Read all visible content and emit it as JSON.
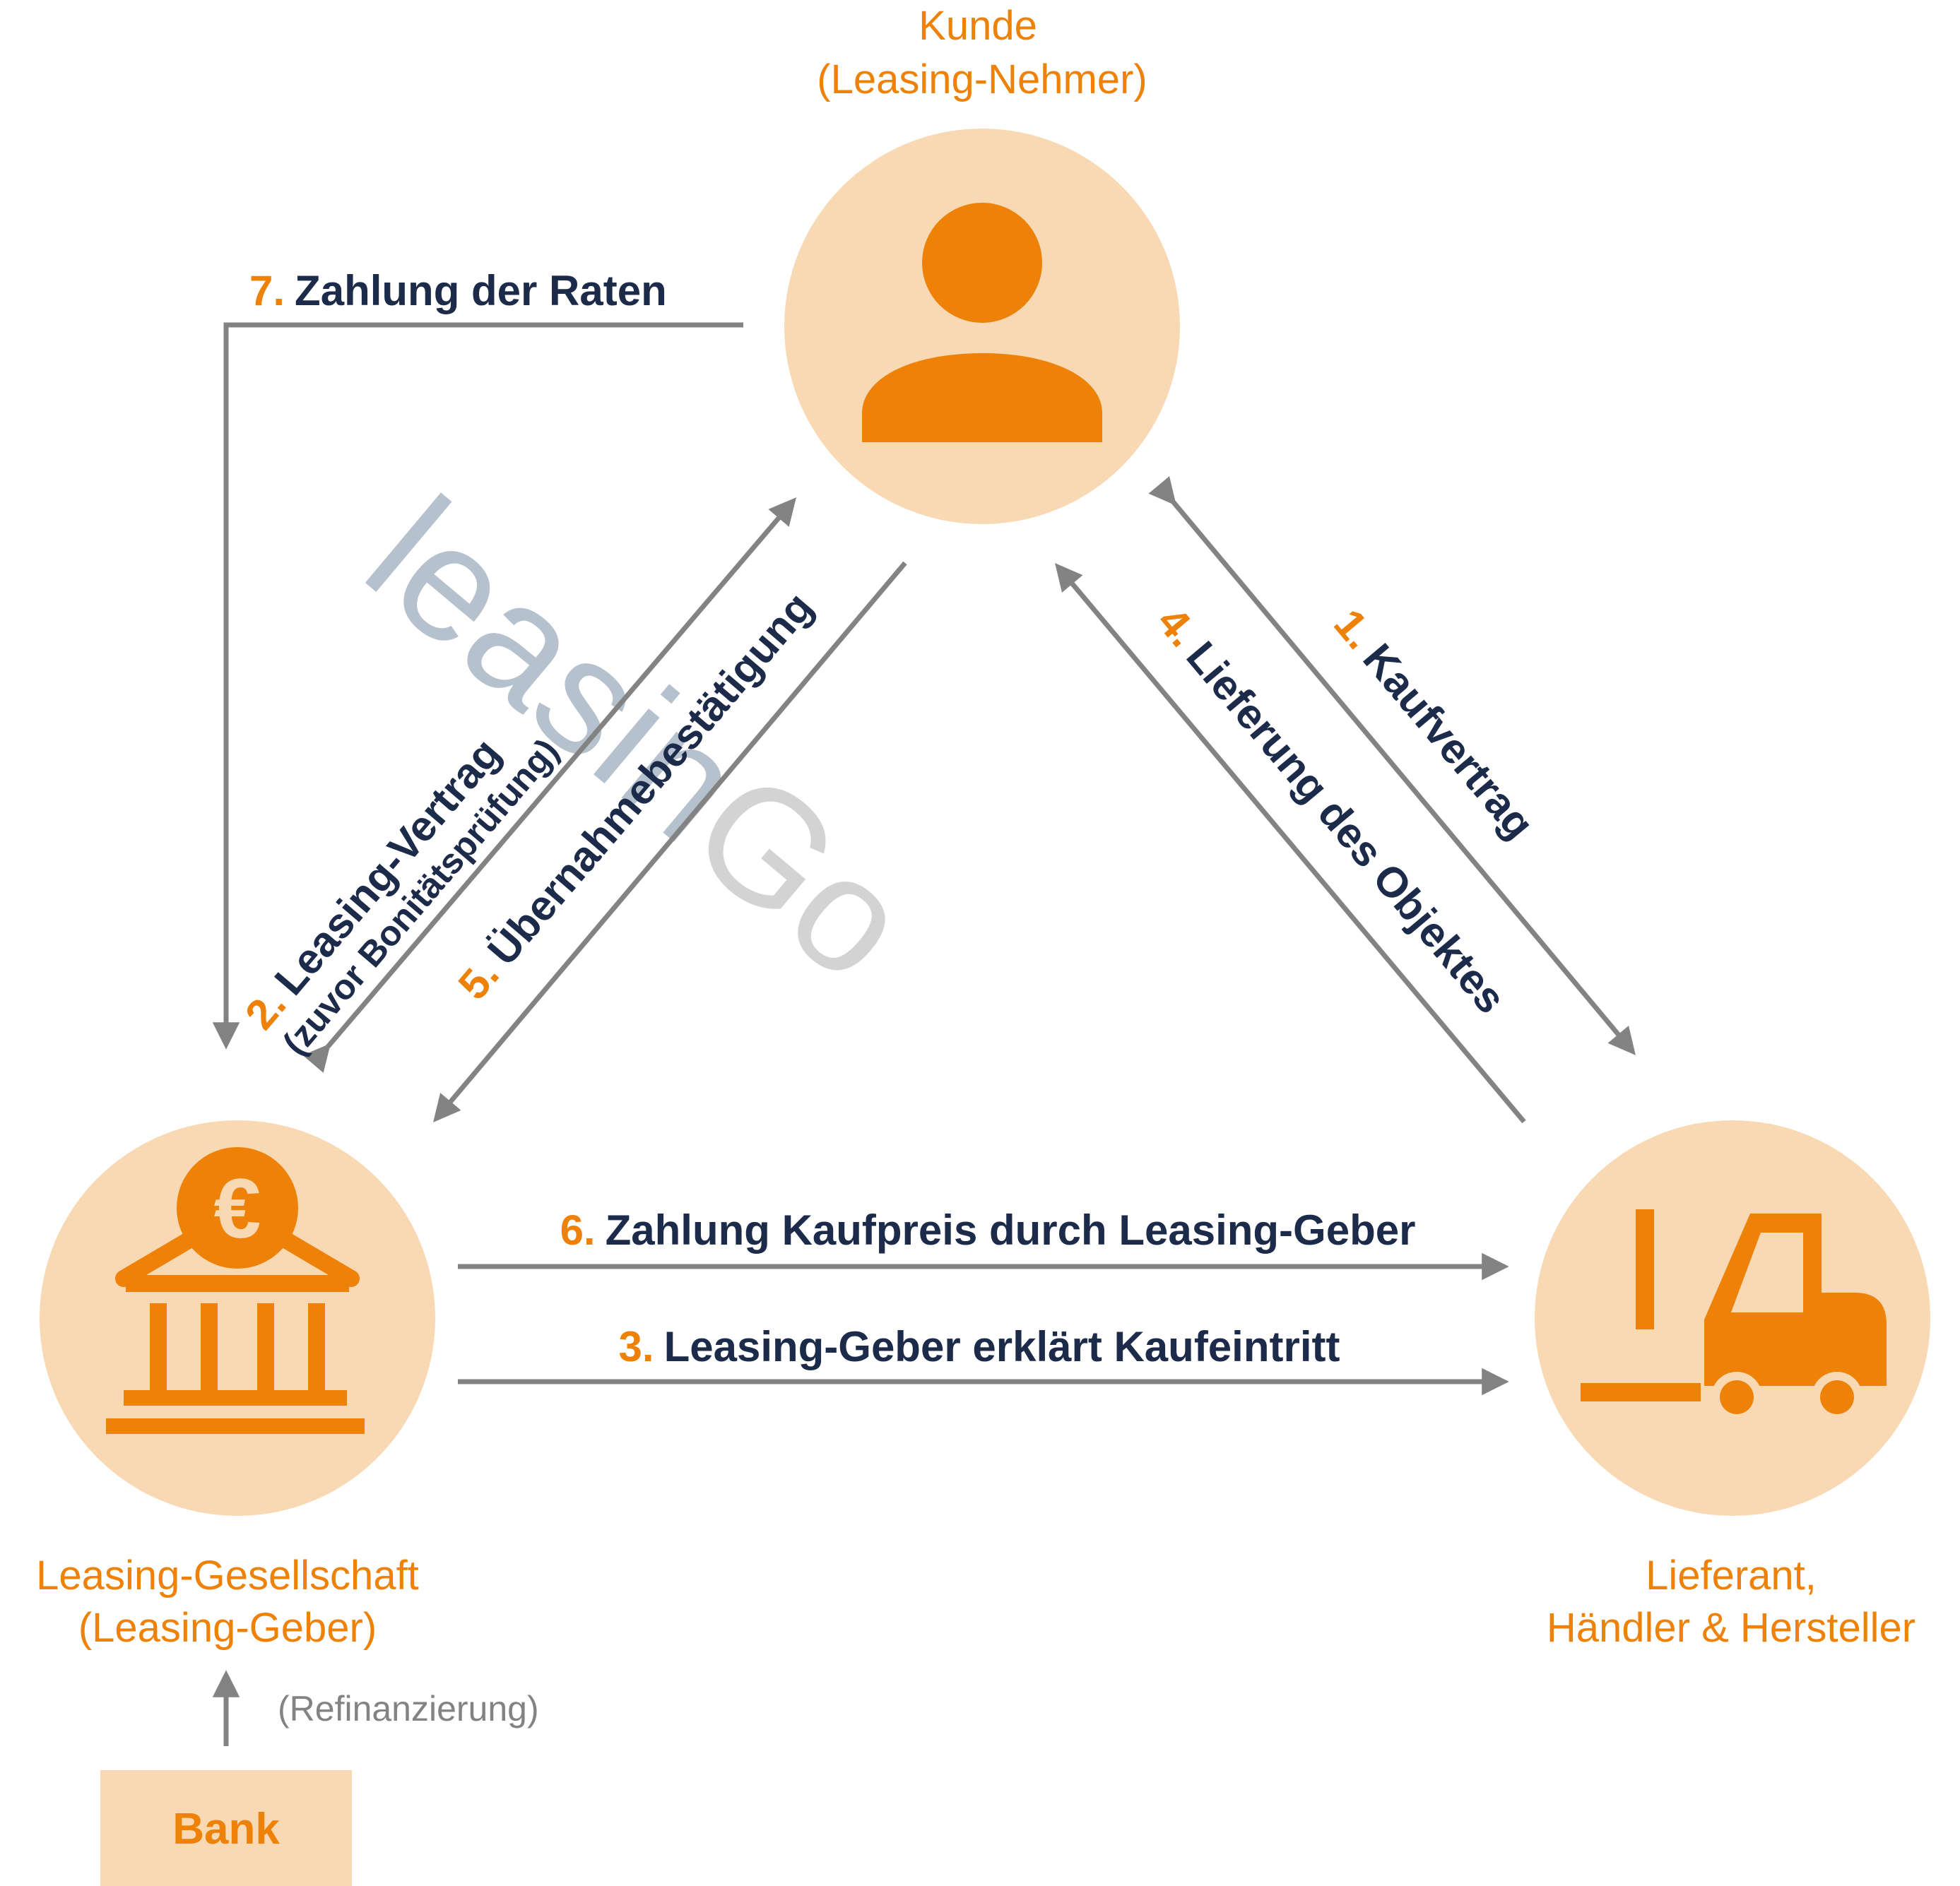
{
  "colors": {
    "orange": "#EE8208",
    "circle_fill": "#F9D9B3",
    "arrow": "#838383",
    "navy": "#1C2B4A",
    "white": "#ffffff"
  },
  "parties": {
    "kunde": {
      "line1": "Kunde",
      "line2": "(Leasing-Nehmer)",
      "icon": "person-icon"
    },
    "gesellschaft": {
      "line1": "Leasing-Gesellschaft",
      "line2": "(Leasing-Geber)",
      "icon": "bank-building-icon"
    },
    "lieferant": {
      "line1": "Lieferant,",
      "line2": "Händler & Hersteller",
      "icon": "forklift-icon"
    }
  },
  "euro_symbol": "€",
  "steps": {
    "s1": {
      "num": "1.",
      "text": "Kaufvertrag"
    },
    "s2": {
      "num": "2.",
      "text": "Leasing-Vertrag",
      "sub": "(zuvor Bonitätsprüfung)"
    },
    "s3": {
      "num": "3.",
      "text": "Leasing-Geber erklärt Kaufeintritt"
    },
    "s4": {
      "num": "4.",
      "text": "Lieferung des Objektes"
    },
    "s5": {
      "num": "5.",
      "text": "Übernahmebestätigung"
    },
    "s6": {
      "num": "6.",
      "text": "Zahlung Kaufpreis durch Leasing-Geber"
    },
    "s7": {
      "num": "7.",
      "text": "Zahlung der Raten"
    }
  },
  "refinancing": {
    "note": "(Refinanzierung)",
    "bank_label": "Bank"
  },
  "watermark": {
    "part1": "leasin",
    "part2": "Go"
  }
}
